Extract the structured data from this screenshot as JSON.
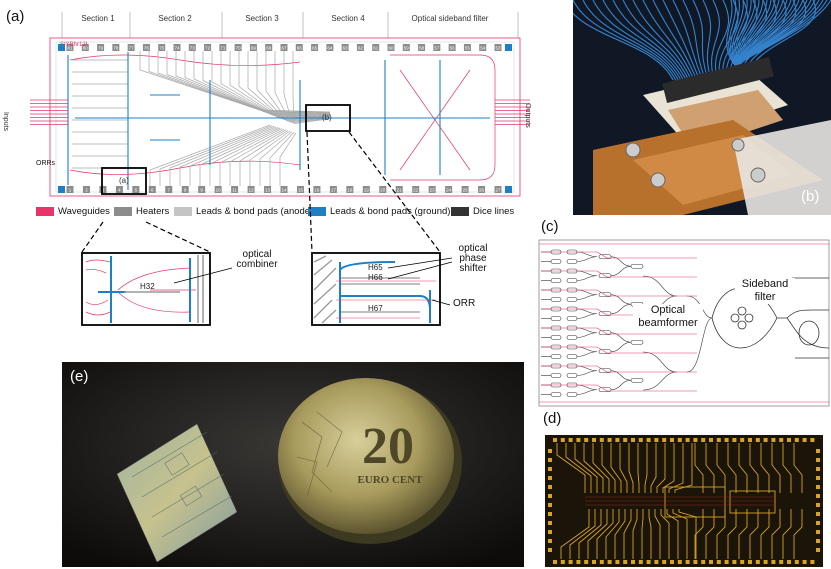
{
  "panel_a": {
    "label": "(a)",
    "sections": [
      "Section 1",
      "Section 2",
      "Section 3",
      "Section 4",
      "Optical sideband filter"
    ],
    "chip_id": "SIYBhr12I",
    "side_labels": {
      "inputs": "Inputs",
      "outputs": "Outputs",
      "orrs": "ORRs"
    },
    "inset_labels": {
      "a": "(a)",
      "b": "(b)"
    },
    "pad_numbers_top": [
      "81",
      "80",
      "79",
      "78",
      "77",
      "76",
      "75",
      "74",
      "73",
      "72",
      "71",
      "70",
      "69",
      "68",
      "67",
      "66",
      "65",
      "64",
      "63",
      "62",
      "61",
      "60",
      "59",
      "58",
      "57",
      "56",
      "55",
      "54",
      "53"
    ],
    "pad_numbers_bottom": [
      "1",
      "2",
      "3",
      "4",
      "5",
      "6",
      "7",
      "8",
      "9",
      "10",
      "11",
      "12",
      "13",
      "14",
      "15",
      "16",
      "17",
      "18",
      "19",
      "20",
      "21",
      "22",
      "23",
      "24",
      "25",
      "26",
      "27"
    ],
    "legend": [
      {
        "label": "Waveguides",
        "color": "#e8336b"
      },
      {
        "label": "Heaters",
        "color": "#8c8c8c"
      },
      {
        "label": "Leads & bond pads (anodes)",
        "color": "#c4c4c4"
      },
      {
        "label": "Leads & bond pads (ground)",
        "color": "#1f7fc4"
      },
      {
        "label": "Dice lines",
        "color": "#333333"
      }
    ],
    "zoom_left": {
      "heater": "H32",
      "callout": "optical\ncombiner"
    },
    "zoom_right": {
      "heaters": [
        "H65",
        "H66",
        "H67"
      ],
      "callout_phase": "optical\nphase\nshifter",
      "callout_orr": "ORR"
    }
  },
  "panel_b": {
    "label": "(b)"
  },
  "panel_c": {
    "label": "(c)",
    "beamformer": "Optical\nbeamformer",
    "filter": "Sideband\nfilter"
  },
  "panel_d": {
    "label": "(d)"
  },
  "panel_e": {
    "label": "(e)",
    "coin_value": "20",
    "coin_text": "EURO CENT"
  },
  "colors": {
    "waveguide": "#e8336b",
    "heater": "#8c8c8c",
    "anode": "#c4c4c4",
    "ground": "#1f7fc4",
    "dice": "#333333"
  }
}
